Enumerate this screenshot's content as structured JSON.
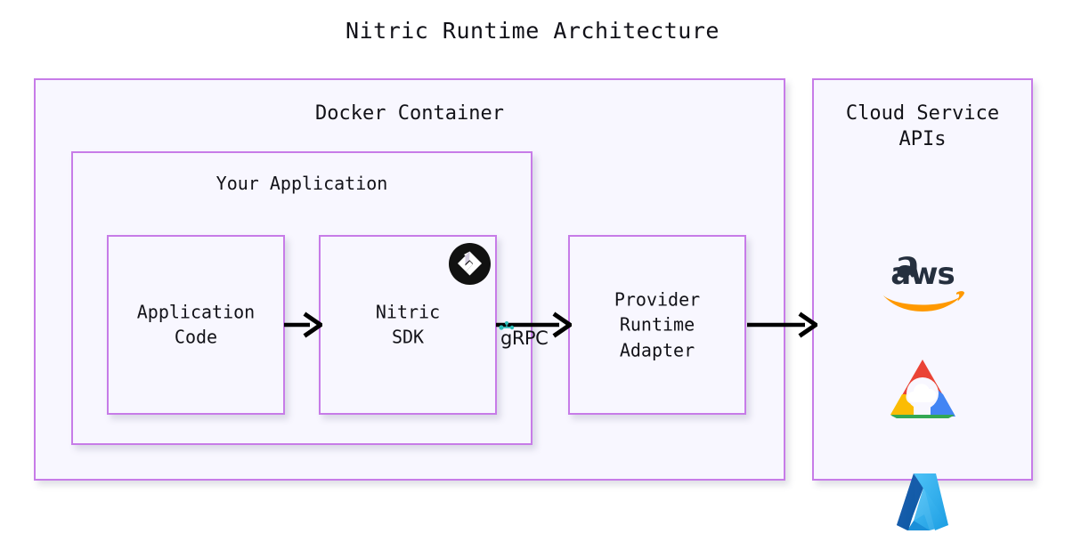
{
  "title": "Nitric Runtime Architecture",
  "colors": {
    "border": "#c77ce8",
    "box_fill": "#f8f7ff",
    "text": "#121218",
    "arrow": "#000000",
    "grpc_accent": "#2bbcb8",
    "aws_orange": "#ff9900",
    "aws_dark": "#252f3e",
    "gcp_red": "#ea4335",
    "gcp_blue": "#4285f4",
    "gcp_yellow": "#fbbc04",
    "gcp_green": "#34a853",
    "azure_dark": "#0f5ba8",
    "azure_light": "#32b4f5"
  },
  "docker_container": {
    "label": "Docker Container",
    "your_application": {
      "label": "Your Application",
      "boxes": [
        {
          "id": "application-code",
          "label": "Application\nCode"
        },
        {
          "id": "nitric-sdk",
          "label": "Nitric\nSDK",
          "badge_icon": "nitric-logo-icon"
        }
      ]
    },
    "provider_adapter": {
      "label": "Provider\nRuntime\nAdapter"
    }
  },
  "cloud_service": {
    "label": "Cloud Service\nAPIs",
    "providers": [
      {
        "name": "aws",
        "icon": "aws-logo-icon"
      },
      {
        "name": "google-cloud",
        "icon": "google-cloud-logo-icon"
      },
      {
        "name": "azure",
        "icon": "azure-logo-icon"
      }
    ]
  },
  "connections": [
    {
      "id": "app-to-sdk",
      "from": "application-code",
      "to": "nitric-sdk",
      "label": ""
    },
    {
      "id": "sdk-to-adapter",
      "from": "nitric-sdk",
      "to": "provider-adapter",
      "label": "gRPC"
    },
    {
      "id": "adapter-to-cloud",
      "from": "provider-adapter",
      "to": "cloud-service",
      "label": ""
    }
  ]
}
